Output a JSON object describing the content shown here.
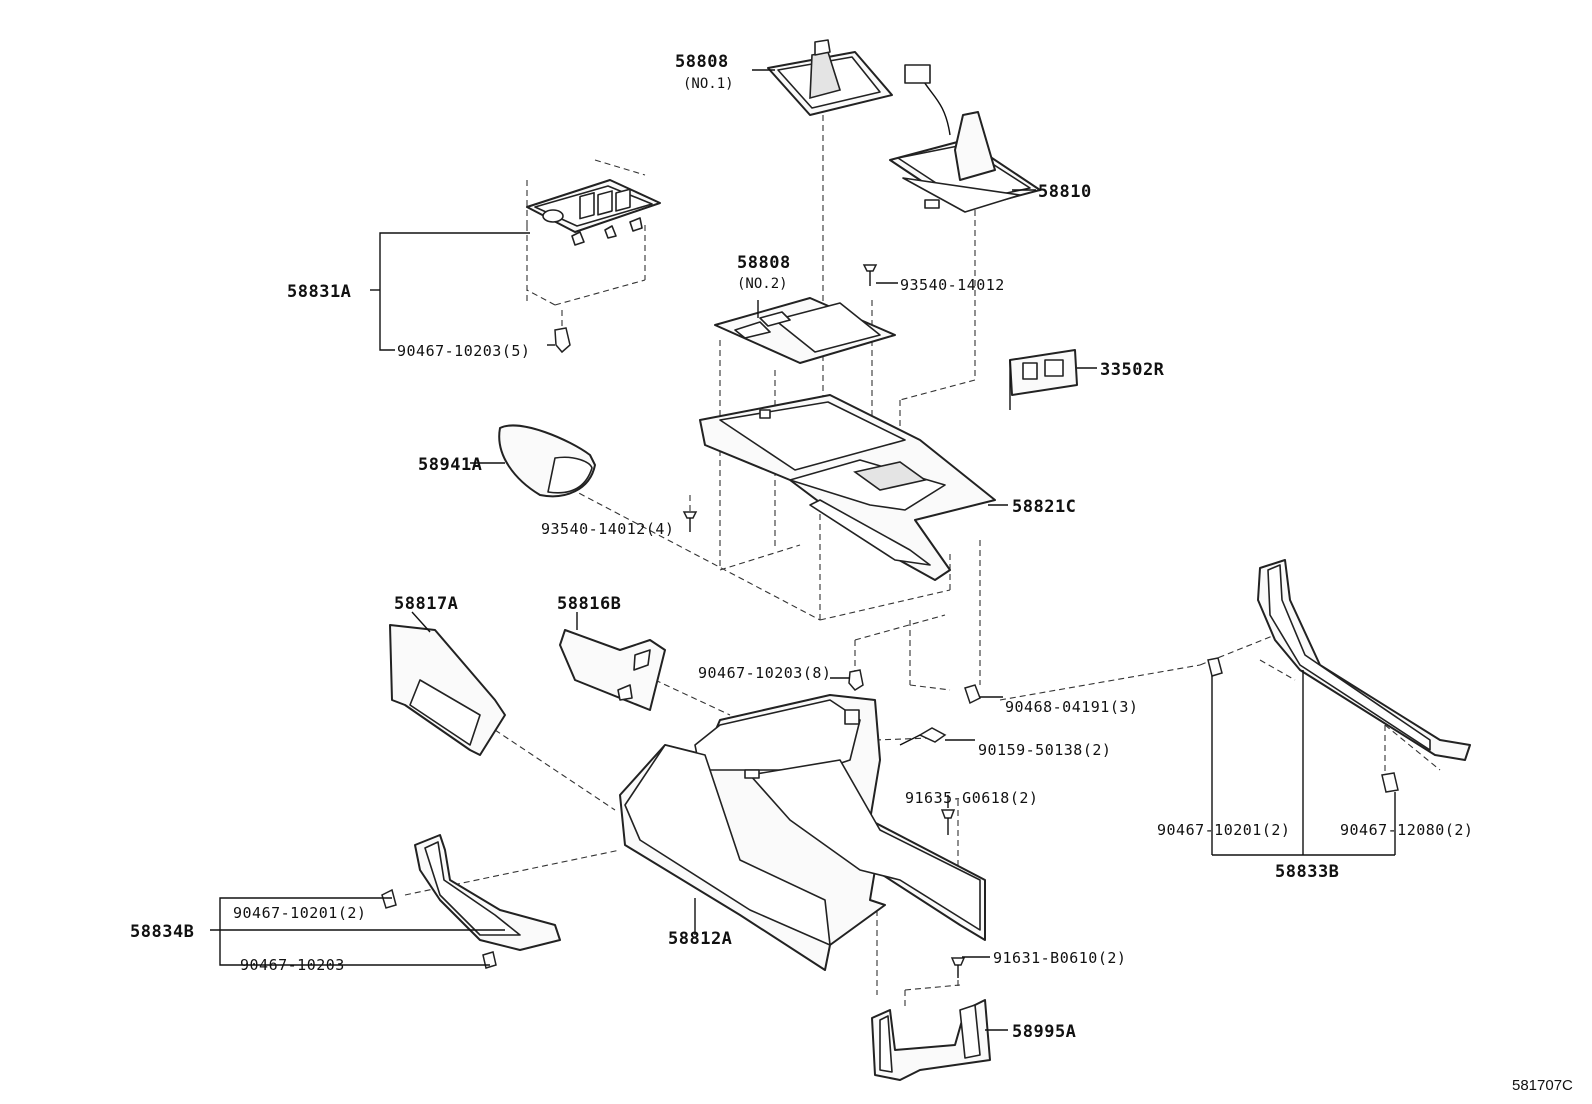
{
  "labels": {
    "p58808_1": "58808",
    "p58808_1_sub": "(NO.1)",
    "p58810": "58810",
    "p58831a": "58831A",
    "p90467_10203_5": "90467-10203(5)",
    "p58808_2": "58808",
    "p58808_2_sub": "(NO.2)",
    "p93540_14012": "93540-14012",
    "p33502r": "33502R",
    "p58941a": "58941A",
    "p93540_14012_4": "93540-14012(4)",
    "p58821c": "58821C",
    "p58817a": "58817A",
    "p58816b": "58816B",
    "p90467_10203_8": "90467-10203(8)",
    "p90468_04191_3": "90468-04191(3)",
    "p90159_50138_2": "90159-50138(2)",
    "p91635_g0618_2": "91635-G0618(2)",
    "p90467_10201_2_r": "90467-10201(2)",
    "p90467_12080_2": "90467-12080(2)",
    "p58833b": "58833B",
    "p90467_10201_2_l": "90467-10201(2)",
    "p58834b": "58834B",
    "p90467_10203": "90467-10203",
    "p58812a": "58812A",
    "p91631_b0610_2": "91631-B0610(2)",
    "p58995a": "58995A"
  },
  "diagram_code": "581707C"
}
